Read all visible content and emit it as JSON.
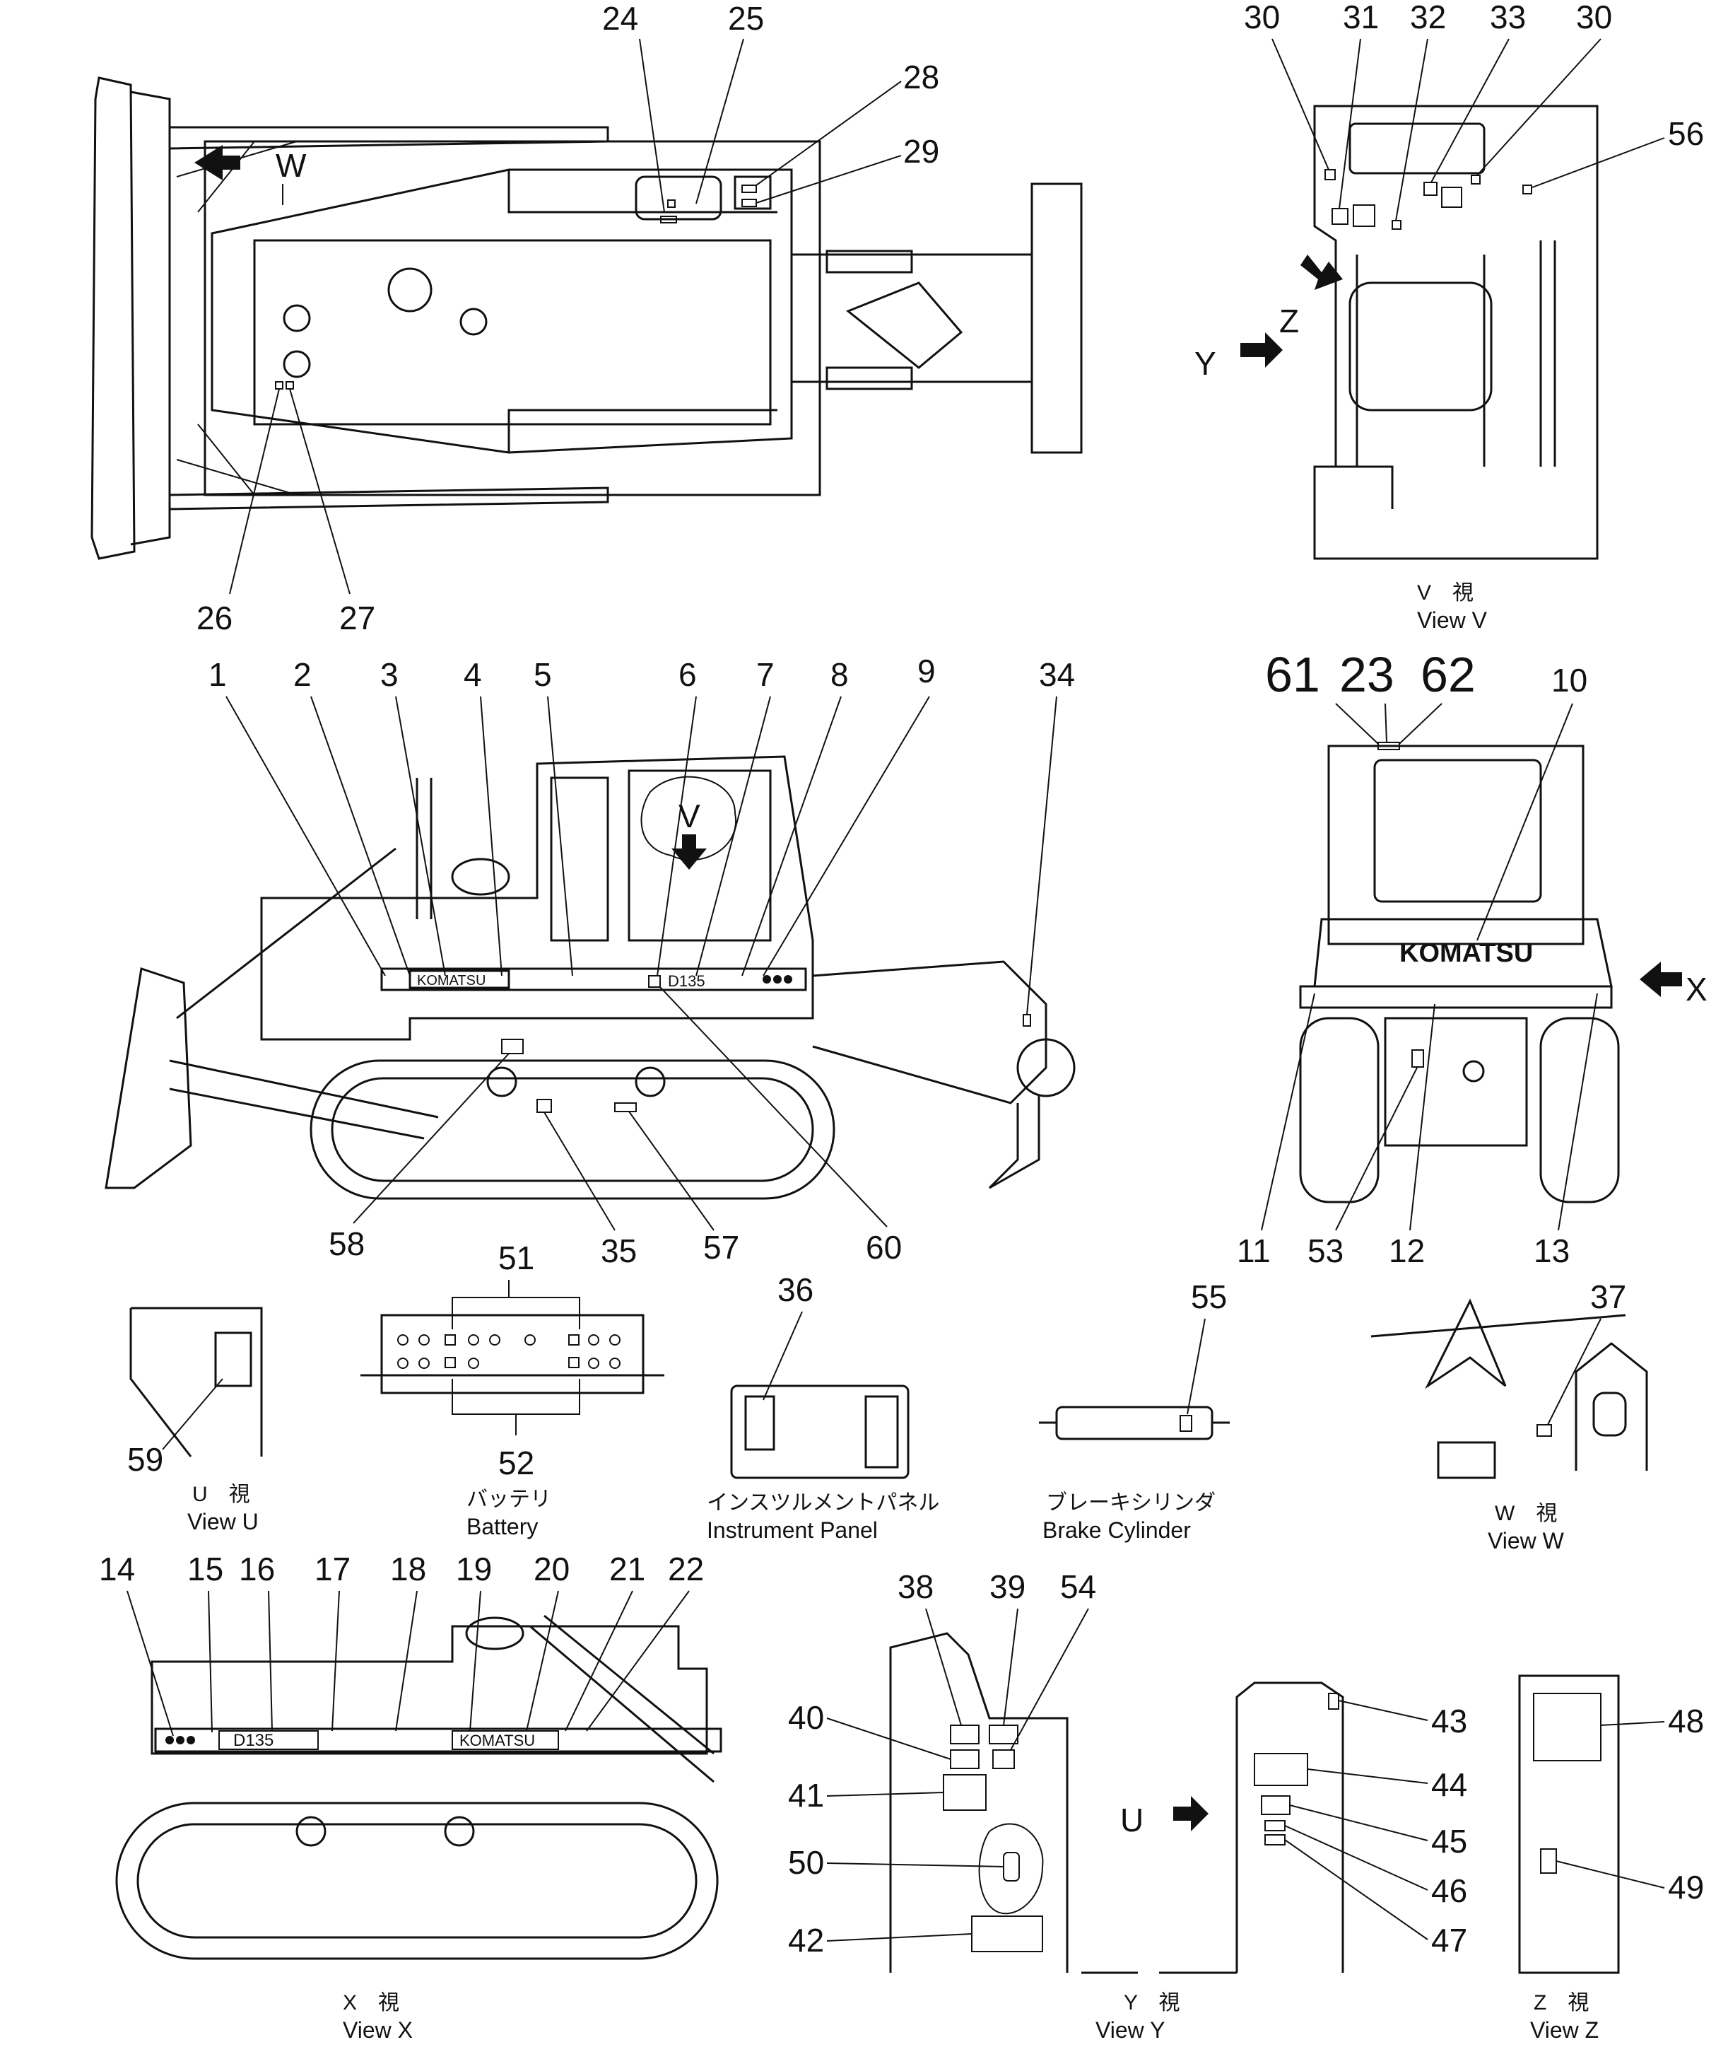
{
  "top_view": {
    "callouts": [
      "24",
      "25",
      "28",
      "29",
      "26",
      "27"
    ],
    "arrow_label": "W"
  },
  "view_v": {
    "callouts": [
      "30",
      "31",
      "32",
      "33",
      "30",
      "56"
    ],
    "arrow_y": "Y",
    "arrow_z": "Z",
    "caption_jp": "V　視",
    "caption_en": "View V"
  },
  "side_view": {
    "callouts_top": [
      "1",
      "2",
      "3",
      "4",
      "5",
      "6",
      "7",
      "8",
      "9",
      "34"
    ],
    "callouts_bottom": [
      "58",
      "35",
      "57",
      "60"
    ],
    "arrow_label": "V",
    "decal_brand": "KOMATSU",
    "decal_model": "D135"
  },
  "rear_view": {
    "callouts_top": [
      "61",
      "23",
      "62",
      "10"
    ],
    "callouts_bottom": [
      "11",
      "53",
      "12",
      "13"
    ],
    "arrow_label": "X",
    "decal_brand": "KOMATSU"
  },
  "view_u": {
    "callout": "59",
    "caption_jp": "U　視",
    "caption_en": "View U"
  },
  "battery": {
    "callouts": [
      "51",
      "52"
    ],
    "caption_jp": "バッテリ",
    "caption_en": "Battery"
  },
  "instrument_panel": {
    "callout": "36",
    "caption_jp": "インスツルメントパネル",
    "caption_en": "Instrument  Panel"
  },
  "brake_cylinder": {
    "callout": "55",
    "caption_jp": "ブレーキシリンダ",
    "caption_en": "Brake  Cylinder"
  },
  "view_w": {
    "callout": "37",
    "caption_jp": "W　視",
    "caption_en": "View  W"
  },
  "view_x": {
    "callouts": [
      "14",
      "15",
      "16",
      "17",
      "18",
      "19",
      "20",
      "21",
      "22"
    ],
    "decal_model": "D135",
    "decal_brand": "KOMATSU",
    "caption_jp": "X　視",
    "caption_en": "View  X"
  },
  "view_y": {
    "callouts_top": [
      "38",
      "39",
      "54"
    ],
    "callouts_left": [
      "40",
      "41",
      "50",
      "42"
    ],
    "caption_jp": "Y　視",
    "caption_en": "View  Y"
  },
  "view_y2": {
    "arrow_label": "U",
    "callouts": [
      "43",
      "44",
      "45",
      "46",
      "47"
    ]
  },
  "view_z": {
    "callouts": [
      "48",
      "49"
    ],
    "caption_jp": "Z　視",
    "caption_en": "View  Z"
  }
}
